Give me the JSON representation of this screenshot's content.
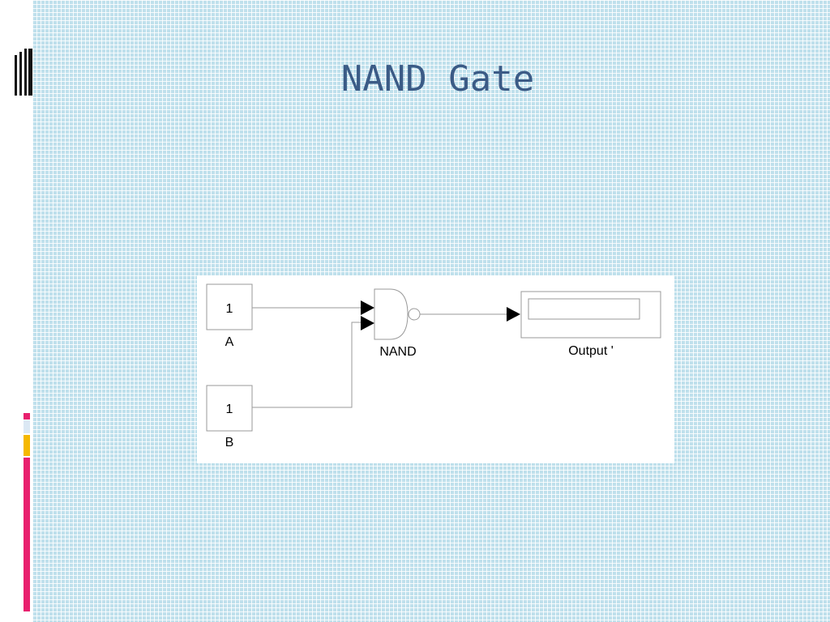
{
  "slide": {
    "title": "NAND Gate"
  },
  "diagram": {
    "input_a": {
      "value": "1",
      "label": "A"
    },
    "input_b": {
      "value": "1",
      "label": "B"
    },
    "gate": {
      "label": "NAND"
    },
    "output": {
      "label": "Output '"
    }
  },
  "colors": {
    "title": "#3b5b86",
    "grid_background": "#bfe0ec",
    "accent_pink": "#e8206e",
    "accent_orange": "#f5b800",
    "accent_light_blue": "#dbe8f4"
  }
}
